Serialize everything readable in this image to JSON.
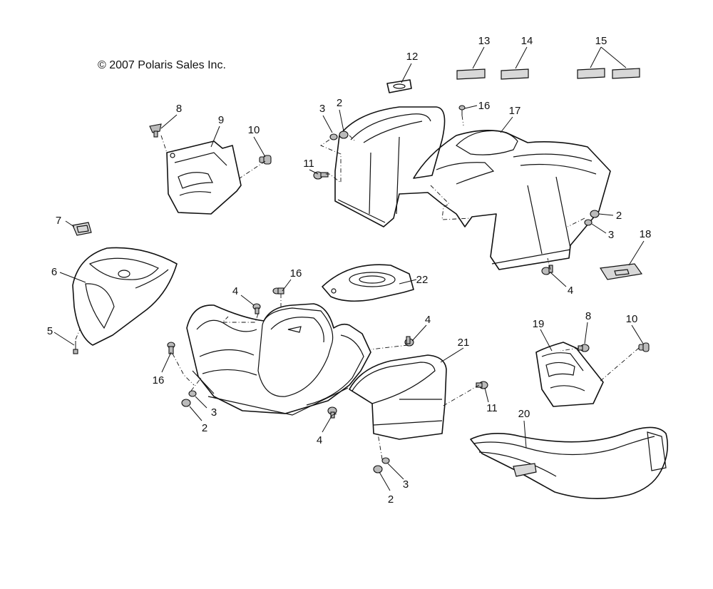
{
  "copyright": "© 2007 Polaris Sales Inc.",
  "callouts": [
    "13",
    "14",
    "15",
    "12",
    "8",
    "9",
    "10",
    "3",
    "2",
    "16",
    "17",
    "11",
    "2",
    "3",
    "7",
    "18",
    "6",
    "16",
    "22",
    "4",
    "4",
    "5",
    "19",
    "8",
    "10",
    "4",
    "21",
    "16",
    "3",
    "2",
    "11",
    "20",
    "4",
    "3",
    "2"
  ]
}
